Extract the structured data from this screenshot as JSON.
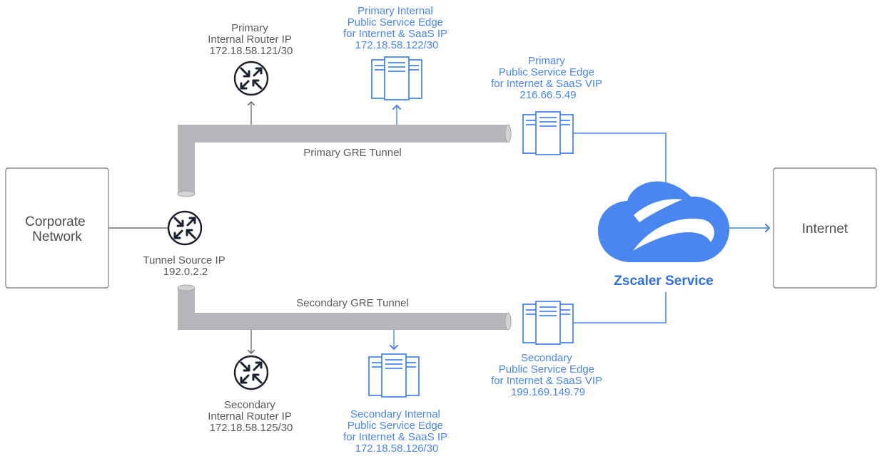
{
  "nodes": {
    "corporate_network": [
      "Corporate",
      "Network"
    ],
    "internet": "Internet",
    "zscaler_service": "Zscaler Service",
    "tunnel_source": [
      "Tunnel Source IP",
      "192.0.2.2"
    ],
    "primary_router": [
      "Primary",
      "Internal Router IP",
      "172.18.58.121/30"
    ],
    "secondary_router": [
      "Secondary",
      "Internal Router IP",
      "172.18.58.125/30"
    ],
    "primary_internal_pse": [
      "Primary Internal",
      "Public Service Edge",
      "for Internet & SaaS IP",
      "172.18.58.122/30"
    ],
    "secondary_internal_pse": [
      "Secondary Internal",
      "Public Service Edge",
      "for Internet & SaaS IP",
      "172.18.58.126/30"
    ],
    "primary_pse": [
      "Primary",
      "Public Service Edge",
      "for Internet & SaaS VIP",
      "216.66.5.49"
    ],
    "secondary_pse": [
      "Secondary",
      "Public Service Edge",
      "for Internet & SaaS VIP",
      "199.169.149.79"
    ]
  },
  "tunnels": {
    "primary": "Primary GRE Tunnel",
    "secondary": "Secondary GRE Tunnel"
  },
  "colors": {
    "accent_blue": "#4a86f0",
    "tunnel_gray": "#b5b6b9",
    "router_dark": "#1c2130",
    "text_gray": "#595a5e"
  },
  "icons": [
    "router-icon",
    "server-icon",
    "zscaler-cloud-icon",
    "arrow-icon"
  ]
}
